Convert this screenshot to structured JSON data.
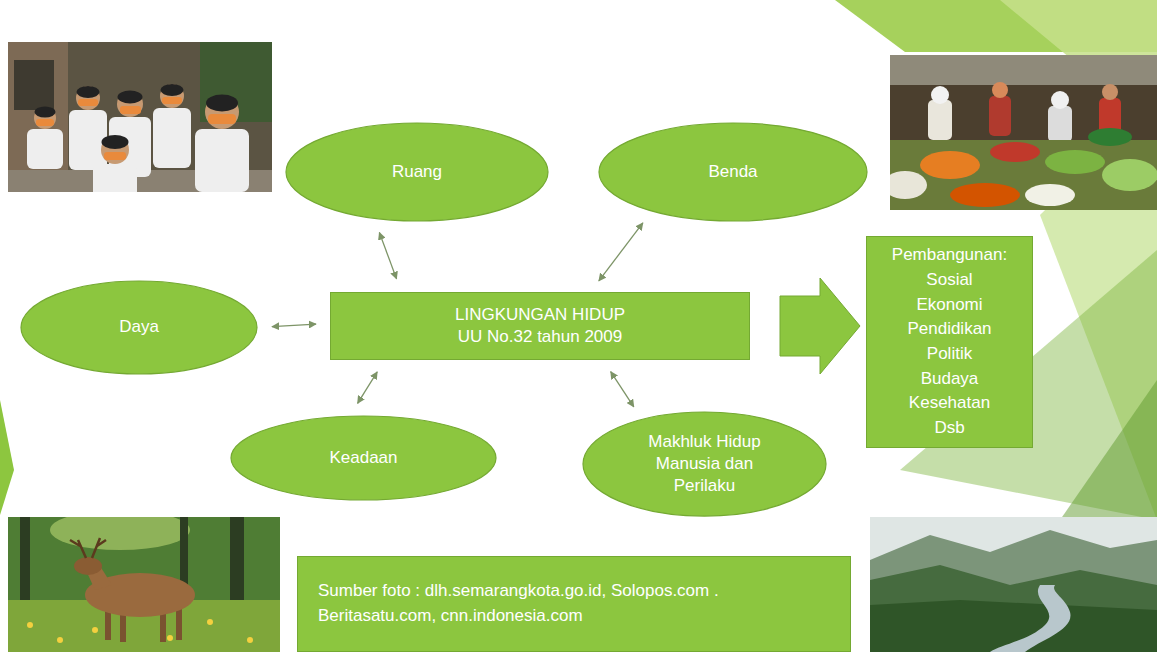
{
  "diagram": {
    "nodes": [
      {
        "text": [
          "Ruang"
        ]
      },
      {
        "text": [
          "Benda"
        ]
      },
      {
        "text": [
          "Daya"
        ]
      },
      {
        "text": [
          "LINGKUNGAN HIDUP UU No.32 tahun 2009"
        ]
      },
      {
        "text": [
          "Pembangunan: Sosial Ekonomi Pendidikan Politik Budaya Kesehatan Dsb"
        ]
      },
      {
        "text": [
          "Keadaan"
        ]
      },
      {
        "text": [
          "Makhluk Hidup Manusia dan Perilaku"
        ]
      },
      {
        "text": [
          "Sumber foto : dlh.semarangkota.go.id, Solopos.com . Beritasatu.com, cnn.indonesia.com"
        ]
      }
    ],
    "edges": [
      {
        "from": 3,
        "to": 0,
        "arrow": "both"
      },
      {
        "from": 3,
        "to": 1,
        "arrow": "both"
      },
      {
        "from": 3,
        "to": 2,
        "arrow": "both"
      },
      {
        "from": 3,
        "to": 4,
        "arrow": "to"
      },
      {
        "from": 3,
        "to": 5,
        "arrow": "both"
      },
      {
        "from": 3,
        "to": 6,
        "arrow": "both"
      }
    ]
  }
}
